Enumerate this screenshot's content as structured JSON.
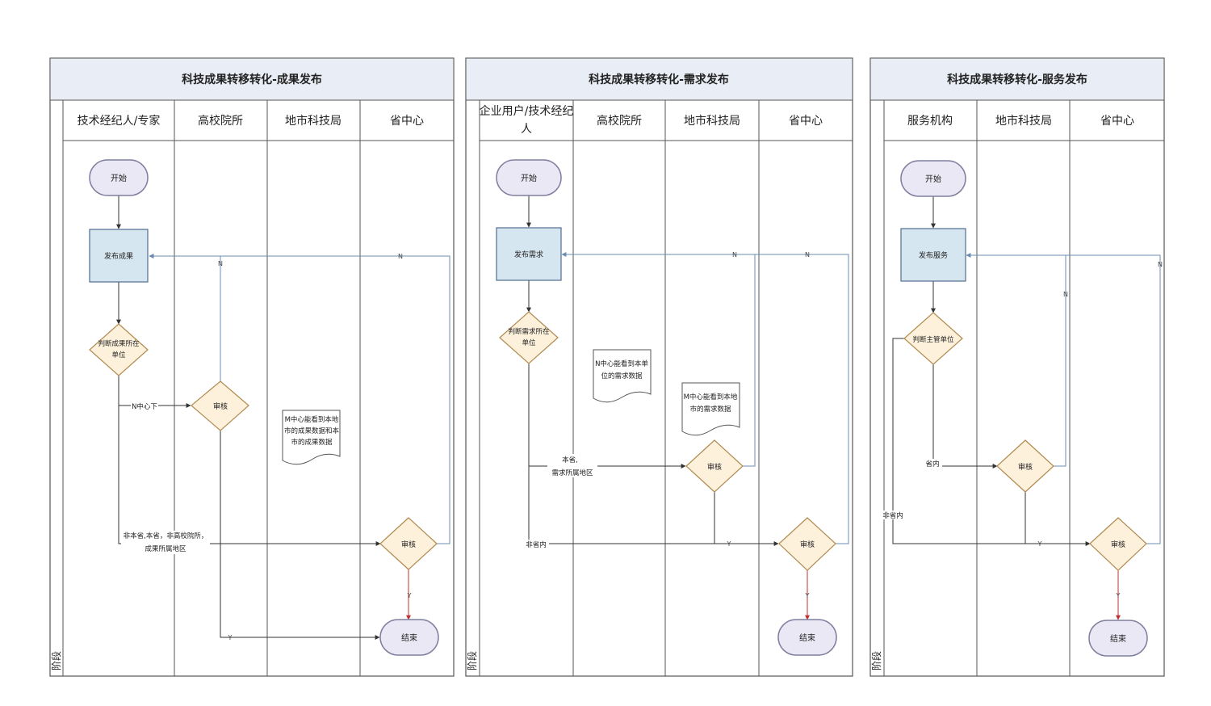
{
  "diagrams": [
    {
      "title": "科技成果转移转化-成果发布",
      "stage_label": "阶段",
      "lanes": [
        "技术经纪人/专家",
        "高校院所",
        "地市科技局",
        "省中心"
      ],
      "nodes": {
        "start": "开始",
        "publish": "发布成果",
        "judge": [
          "判断成果所在",
          "单位"
        ],
        "review_univ": "审核",
        "review_prov": "审核",
        "end": "结束",
        "note": [
          "M中心能看到本地",
          "市的成果数据和本",
          "市的成果数据"
        ]
      },
      "edge_labels": {
        "n_center_down": "N中心下",
        "not_this_prov": [
          "非本省,本省，非高校院所，",
          "成果所属地区"
        ],
        "n_top": "N",
        "n_right": "N",
        "y_bottom": "Y",
        "y_end": "Y"
      }
    },
    {
      "title": "科技成果转移转化-需求发布",
      "stage_label": "阶段",
      "lanes": [
        [
          "企业用户/技术经纪",
          "人"
        ],
        "高校院所",
        "地市科技局",
        "省中心"
      ],
      "nodes": {
        "start": "开始",
        "publish": "发布需求",
        "judge": [
          "判断需求所在",
          "单位"
        ],
        "review_city": "审核",
        "review_prov": "审核",
        "end": "结束",
        "note1": [
          "N中心能看到本单",
          "位的需求数据"
        ],
        "note2": [
          "M中心能看到本地",
          "市的需求数据"
        ]
      },
      "edge_labels": {
        "this_prov": [
          "本省,",
          "需求所属地区"
        ],
        "not_prov": "非省内",
        "n1": "N",
        "n2": "N",
        "y_mid": "Y",
        "y_end": "Y"
      }
    },
    {
      "title": "科技成果转移转化-服务发布",
      "stage_label": "阶段",
      "lanes": [
        "服务机构",
        "地市科技局",
        "省中心"
      ],
      "nodes": {
        "start": "开始",
        "publish": "发布服务",
        "judge": "判断主管单位",
        "review_city": "审核",
        "review_prov": "审核",
        "end": "结束"
      },
      "edge_labels": {
        "in_prov": "省内",
        "not_in_prov": "非省内",
        "n1": "N",
        "n2": "N",
        "y_mid": "Y",
        "y_end": "Y"
      }
    }
  ],
  "colors": {
    "frame": "#555555",
    "title_bg": "#e9edf5",
    "start_fill": "#ebe8f5",
    "start_stroke": "#7f7f9f",
    "process_fill": "#d6e6f0",
    "process_stroke": "#4f6d8f",
    "decision_fill": "#fdf1dc",
    "decision_stroke": "#b08a50",
    "arrow": "#333333",
    "feedback": "#6a8cb0",
    "end_arrow": "#c03030"
  }
}
